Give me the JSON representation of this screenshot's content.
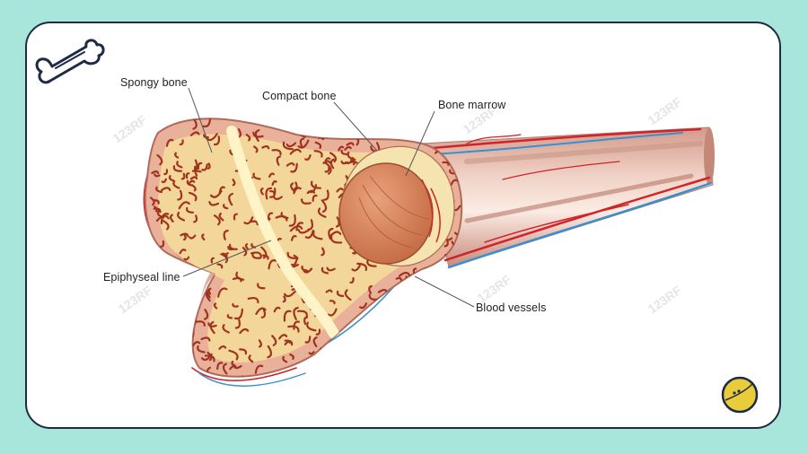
{
  "labels": {
    "spongy_bone": "Spongy bone",
    "compact_bone": "Compact bone",
    "bone_marrow": "Bone marrow",
    "epiphyseal_line": "Epiphyseal line",
    "blood_vessels": "Blood vessels"
  },
  "watermark": "123RF",
  "colors": {
    "background": "#a8e6dc",
    "card": "#ffffff",
    "border": "#1f2a44",
    "spongy": "#f3d79a",
    "trabecula": "#a0331f",
    "marrow": "#d9875a",
    "shaft": "#e2b6a6",
    "artery": "#d0242a",
    "vein": "#3a8fd0",
    "badge": "#e8cc3a"
  },
  "icons": {
    "corner_logo": "bone-icon",
    "badge": "coin-badge-icon"
  }
}
